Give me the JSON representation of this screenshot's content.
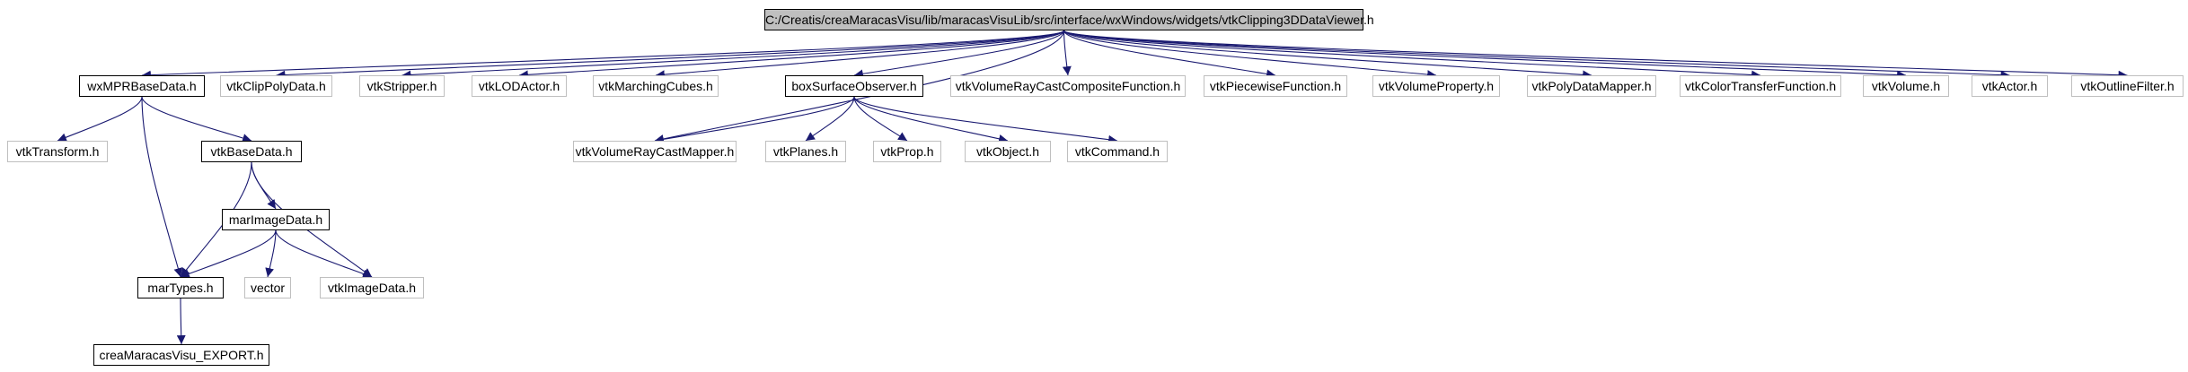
{
  "colors": {
    "edge": "#191970",
    "root_fill": "#bfbfbf",
    "external_border": "#bfbfbf",
    "internal_border": "#000000"
  },
  "nodes": [
    {
      "id": "root",
      "label": "C:/Creatis/creaMaracasVisu/lib/maracasVisuLib/src/interface/wxWindows/widgets/vtkClipping3DDataViewer.h",
      "kind": "root"
    },
    {
      "id": "wxmpr",
      "label": "wxMPRBaseData.h",
      "kind": "internal"
    },
    {
      "id": "clip",
      "label": "vtkClipPolyData.h",
      "kind": "external"
    },
    {
      "id": "stripper",
      "label": "vtkStripper.h",
      "kind": "external"
    },
    {
      "id": "lod",
      "label": "vtkLODActor.h",
      "kind": "external"
    },
    {
      "id": "mcubes",
      "label": "vtkMarchingCubes.h",
      "kind": "external"
    },
    {
      "id": "boxsurf",
      "label": "boxSurfaceObserver.h",
      "kind": "internal"
    },
    {
      "id": "vrccf",
      "label": "vtkVolumeRayCastCompositeFunction.h",
      "kind": "external"
    },
    {
      "id": "pwf",
      "label": "vtkPiecewiseFunction.h",
      "kind": "external"
    },
    {
      "id": "volprop",
      "label": "vtkVolumeProperty.h",
      "kind": "external"
    },
    {
      "id": "pdm",
      "label": "vtkPolyDataMapper.h",
      "kind": "external"
    },
    {
      "id": "ctf",
      "label": "vtkColorTransferFunction.h",
      "kind": "external"
    },
    {
      "id": "vol",
      "label": "vtkVolume.h",
      "kind": "external"
    },
    {
      "id": "actor",
      "label": "vtkActor.h",
      "kind": "external"
    },
    {
      "id": "outline",
      "label": "vtkOutlineFilter.h",
      "kind": "external"
    },
    {
      "id": "transform",
      "label": "vtkTransform.h",
      "kind": "external"
    },
    {
      "id": "basedata",
      "label": "vtkBaseData.h",
      "kind": "internal"
    },
    {
      "id": "vrcm",
      "label": "vtkVolumeRayCastMapper.h",
      "kind": "external"
    },
    {
      "id": "planes",
      "label": "vtkPlanes.h",
      "kind": "external"
    },
    {
      "id": "prop",
      "label": "vtkProp.h",
      "kind": "external"
    },
    {
      "id": "object",
      "label": "vtkObject.h",
      "kind": "external"
    },
    {
      "id": "command",
      "label": "vtkCommand.h",
      "kind": "external"
    },
    {
      "id": "marimage",
      "label": "marImageData.h",
      "kind": "internal"
    },
    {
      "id": "martypes",
      "label": "marTypes.h",
      "kind": "internal"
    },
    {
      "id": "vector",
      "label": "vector",
      "kind": "external"
    },
    {
      "id": "imagedata",
      "label": "vtkImageData.h",
      "kind": "external"
    },
    {
      "id": "export",
      "label": "creaMaracasVisu_EXPORT.h",
      "kind": "internal"
    }
  ],
  "edges": [
    [
      "root",
      "wxmpr"
    ],
    [
      "root",
      "clip"
    ],
    [
      "root",
      "stripper"
    ],
    [
      "root",
      "lod"
    ],
    [
      "root",
      "mcubes"
    ],
    [
      "root",
      "boxsurf"
    ],
    [
      "root",
      "vrccf"
    ],
    [
      "root",
      "pwf"
    ],
    [
      "root",
      "volprop"
    ],
    [
      "root",
      "pdm"
    ],
    [
      "root",
      "ctf"
    ],
    [
      "root",
      "vol"
    ],
    [
      "root",
      "actor"
    ],
    [
      "root",
      "outline"
    ],
    [
      "root",
      "vrcm"
    ],
    [
      "wxmpr",
      "transform"
    ],
    [
      "wxmpr",
      "basedata"
    ],
    [
      "wxmpr",
      "martypes"
    ],
    [
      "boxsurf",
      "vrcm"
    ],
    [
      "boxsurf",
      "planes"
    ],
    [
      "boxsurf",
      "prop"
    ],
    [
      "boxsurf",
      "object"
    ],
    [
      "boxsurf",
      "command"
    ],
    [
      "basedata",
      "marimage"
    ],
    [
      "basedata",
      "martypes"
    ],
    [
      "basedata",
      "imagedata"
    ],
    [
      "marimage",
      "martypes"
    ],
    [
      "marimage",
      "vector"
    ],
    [
      "marimage",
      "imagedata"
    ],
    [
      "martypes",
      "export"
    ]
  ]
}
